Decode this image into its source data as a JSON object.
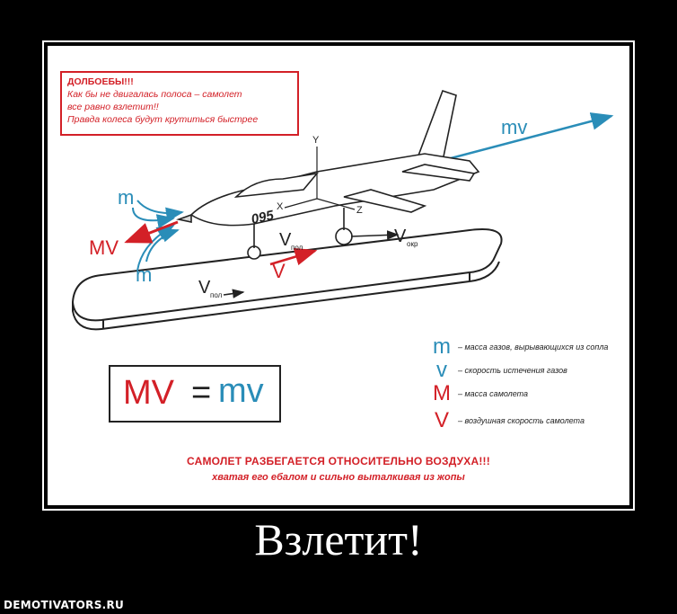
{
  "poster": {
    "warning": {
      "title": "ДОЛБОЕБЫ!!!",
      "line1": "Как бы не двигалась полоса – самолет",
      "line2": "все равно взлетит!!",
      "line3": "Правда колеса будут крутиться быстрее"
    },
    "diagram": {
      "mv_arrow": "mv",
      "m_top": "m",
      "m_bottom": "m",
      "MV": "MV",
      "V_red": "V",
      "V_pol_belt": "V",
      "V_pol_belt_sub": "пол",
      "V_pol_plane": "V",
      "V_pol_plane_sub": "пол",
      "V_okr": "V",
      "V_okr_sub": "окр",
      "axis_y": "Y",
      "axis_x": "X",
      "axis_z": "Z",
      "plane_number": "095"
    },
    "formula": {
      "left": "MV",
      "eq": "=",
      "right": "mv"
    },
    "legend": [
      {
        "symbol": "m",
        "text": "– масса газов, вырывающихся из сопла",
        "color": "#2a8db8"
      },
      {
        "symbol": "v",
        "text": "– скорость истечения газов",
        "color": "#2a8db8"
      },
      {
        "symbol": "M",
        "text": "– масса самолета",
        "color": "#d32027"
      },
      {
        "symbol": "V",
        "text": "– воздушная скорость самолета",
        "color": "#d32027"
      }
    ],
    "bottom": {
      "line1": "САМОЛЕТ РАЗБЕГАЕТСЯ ОТНОСИТЕЛЬНО ВОЗДУХА!!!",
      "line2": "хватая его ебалом и сильно выталкивая из жопы"
    }
  },
  "caption": "Взлетит!",
  "watermark": "DEMOTIVATORS.RU",
  "colors": {
    "red": "#d32027",
    "blue": "#2a8db8",
    "ink": "#222222",
    "background": "#000000",
    "poster": "#ffffff"
  }
}
